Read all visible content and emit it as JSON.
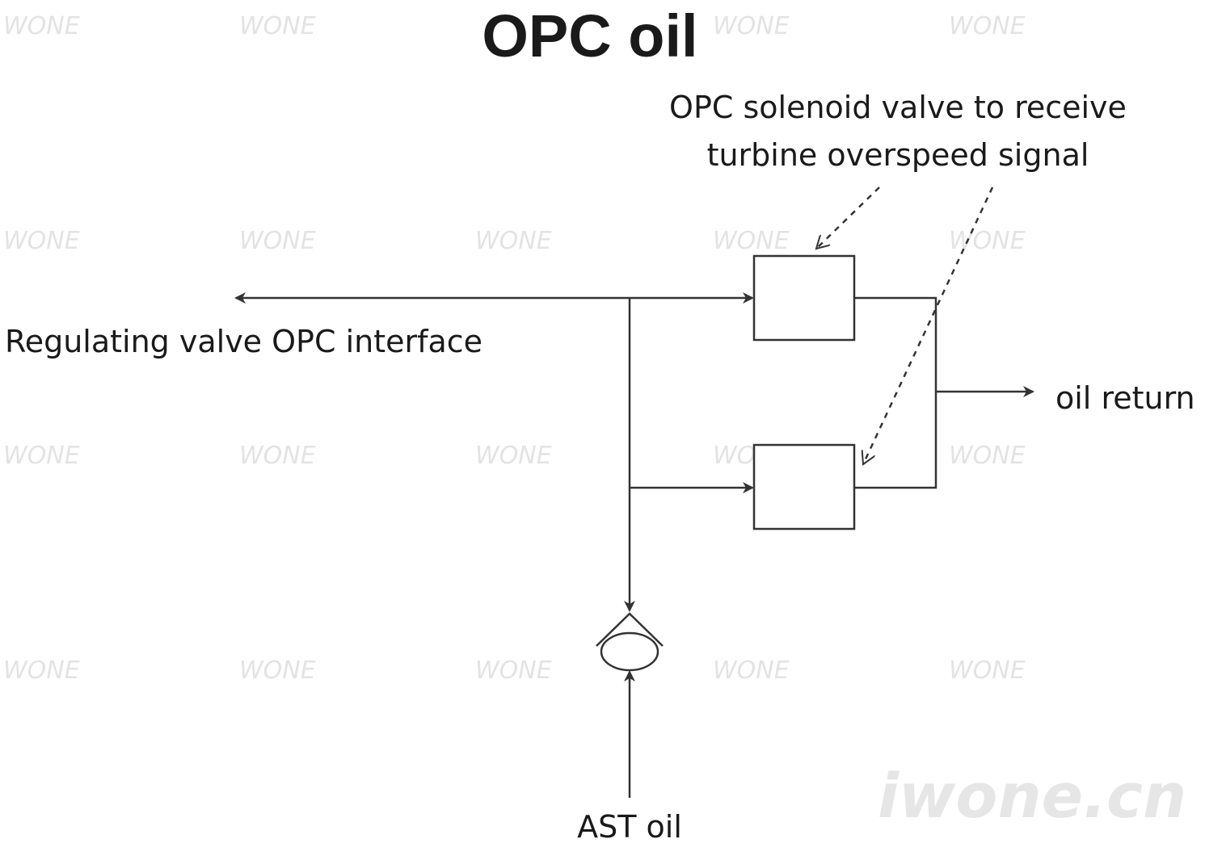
{
  "title": "OPC oil",
  "labels": {
    "solenoid_line1": "OPC solenoid valve to receive",
    "solenoid_line2": "turbine overspeed signal",
    "regulating": "Regulating valve OPC interface",
    "oil_return": "oil return",
    "ast_oil": "AST oil"
  },
  "watermark": {
    "text": "WONE",
    "brand": "iwone.cn"
  },
  "colors": {
    "line": "#333333",
    "text": "#1a1a1a",
    "watermark": "#e3e3e3"
  }
}
